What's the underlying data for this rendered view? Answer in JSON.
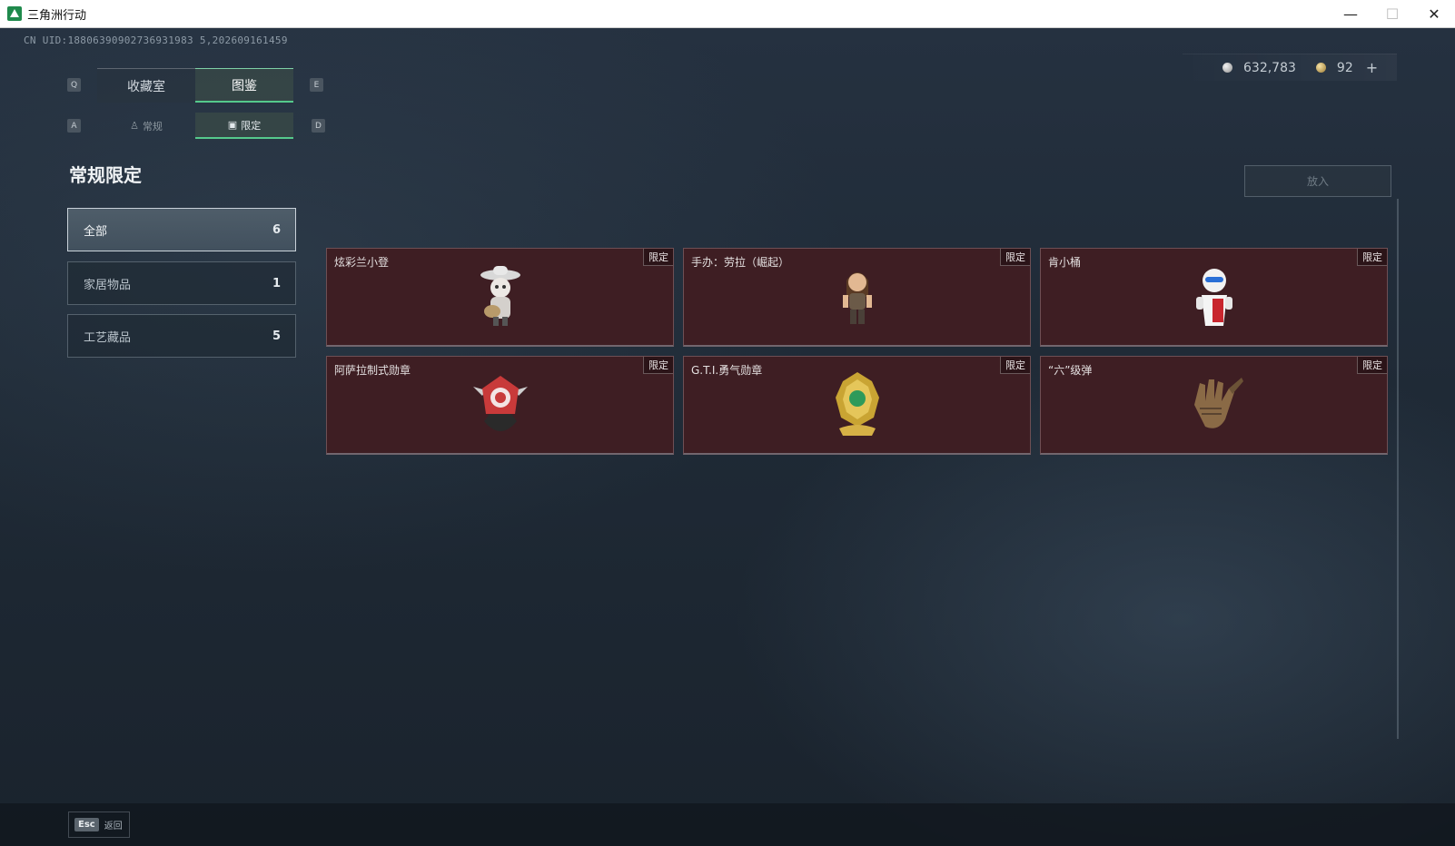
{
  "window": {
    "title": "三角洲行动",
    "minimize": "—",
    "maximize": "☐",
    "close": "✕"
  },
  "uid": "CN UID:18806390902736931983 5,202609161459",
  "currency": {
    "silver_value": "632,783",
    "gold_value": "92",
    "add_label": "+"
  },
  "tabs": {
    "main": [
      {
        "label": "收藏室",
        "key": "Q",
        "active": false
      },
      {
        "label": "图鉴",
        "active": true
      }
    ],
    "main_right_key": "E",
    "sub": [
      {
        "label": "常规",
        "icon": "figure-icon",
        "active": false
      },
      {
        "label": "限定",
        "icon": "image-icon",
        "active": true
      }
    ],
    "sub_left_key": "A",
    "sub_right_key": "D"
  },
  "page_title": "常规限定",
  "categories": [
    {
      "label": "全部",
      "count": "6",
      "active": true
    },
    {
      "label": "家居物品",
      "count": "1",
      "active": false
    },
    {
      "label": "工艺藏品",
      "count": "5",
      "active": false
    }
  ],
  "put_button": "放入",
  "items": [
    {
      "name": "炫彩兰小登",
      "badge": "限定",
      "art": "sombrero-figure-icon"
    },
    {
      "name": "手办：劳拉（崛起）",
      "badge": "限定",
      "art": "lara-figure-icon"
    },
    {
      "name": "肯小桶",
      "badge": "限定",
      "art": "bucket-figure-icon"
    },
    {
      "name": "阿萨拉制式勋章",
      "badge": "限定",
      "art": "red-medal-icon"
    },
    {
      "name": "G.T.I.勇气勋章",
      "badge": "限定",
      "art": "gold-medal-icon"
    },
    {
      "name": "“六”级弹",
      "badge": "限定",
      "art": "glove-icon"
    }
  ],
  "bottom": {
    "esc_key": "Esc",
    "back_label": "返回"
  },
  "colors": {
    "accent": "#55c98c",
    "card_bg": "#3e1e23",
    "background": "#1f2a36"
  }
}
